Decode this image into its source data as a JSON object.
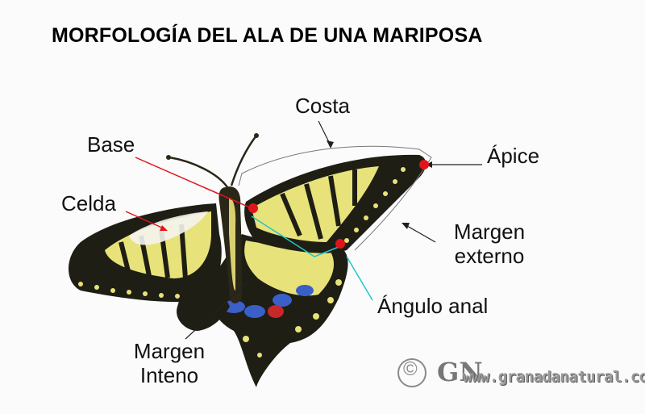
{
  "title": "MORFOLOGÍA DEL ALA DE UNA MARIPOSA",
  "labels": {
    "costa": "Costa",
    "base": "Base",
    "apice": "Ápice",
    "celda": "Celda",
    "margen_externo_1": "Margen",
    "margen_externo_2": "externo",
    "angulo_anal": "Ángulo anal",
    "margen_interno_1": "Margen",
    "margen_interno_2": "Inteno"
  },
  "credit": {
    "copyright_symbol": "©",
    "logo_letters": "GN",
    "website": "www.granadanatural.com"
  },
  "colors": {
    "wing_yellow": "#e8e27a",
    "wing_black": "#1e1e14",
    "blue_spot": "#3a5fc8",
    "red_marker": "#e0141c",
    "red_line": "#e0141c",
    "cyan_line": "#1fc8c8"
  }
}
